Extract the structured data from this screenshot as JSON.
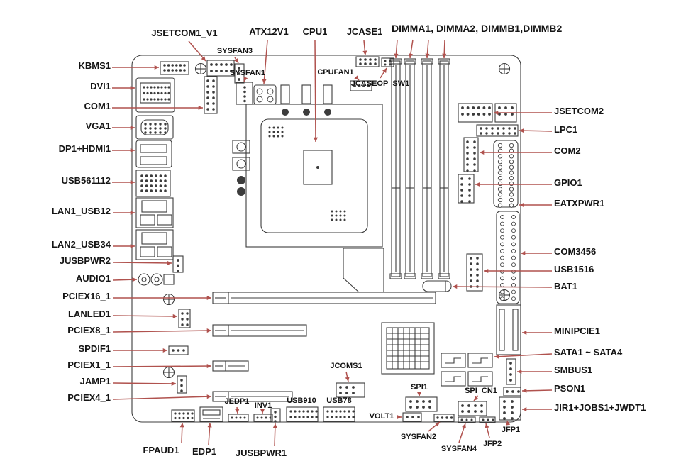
{
  "diagram": {
    "arrow_color": "#b0524e",
    "text_color": "#141414",
    "line_color": "#3c3c3c"
  },
  "labels": {
    "top": {
      "jsetcom1_v1": "JSETCOM1_V1",
      "sysfan3": "SYSFAN3",
      "sysfan1": "SYSFAN1",
      "atx12v1": "ATX12V1",
      "cpu1": "CPU1",
      "cpufan1": "CPUFAN1",
      "jcase1": "JCASE1",
      "jcaseop_sw1": "JCASEOP_SW1",
      "dimm_group": "DIMMA1, DIMMA2, DIMMB1,DIMMB2"
    },
    "left": {
      "kbms1": "KBMS1",
      "dvi1": "DVI1",
      "com1": "COM1",
      "vga1": "VGA1",
      "dp1_hdmi1": "DP1+HDMI1",
      "usb561112": "USB561112",
      "lan1_usb12": "LAN1_USB12",
      "lan2_usb34": "LAN2_USB34",
      "jusbpwr2": "JUSBPWR2",
      "audio1": "AUDIO1",
      "pciex16_1": "PCIEX16_1",
      "lanled1": "LANLED1",
      "pciex8_1": "PCIEX8_1",
      "spdif1": "SPDIF1",
      "pciex1_1": "PCIEX1_1",
      "jamp1": "JAMP1",
      "pciex4_1": "PCIEX4_1"
    },
    "right": {
      "jsetcom2": "JSETCOM2",
      "lpc1": "LPC1",
      "com2": "COM2",
      "gpio1": "GPIO1",
      "eatxpwr1": "EATXPWR1",
      "com3456": "COM3456",
      "usb1516": "USB1516",
      "bat1": "BAT1",
      "minipcie1": "MINIPCIE1",
      "sata": "SATA1 ~ SATA4",
      "smbus1": "SMBUS1",
      "pson1": "PSON1",
      "jir1_jobs1_jwdt1": "JIR1+JOBS1+JWDT1"
    },
    "bottom": {
      "fpaud1": "FPAUD1",
      "edp1": "EDP1",
      "jusbpwr1": "JUSBPWR1",
      "jedp1": "JEDP1",
      "inv1": "INV1",
      "usb910": "USB910",
      "usb78": "USB78",
      "jcoms1": "JCOMS1",
      "spi1": "SPI1",
      "volt1": "VOLT1",
      "spi_cn1": "SPI_CN1",
      "sysfan2": "SYSFAN2",
      "sysfan4": "SYSFAN4",
      "jfp2": "JFP2",
      "jfp1": "JFP1"
    }
  }
}
